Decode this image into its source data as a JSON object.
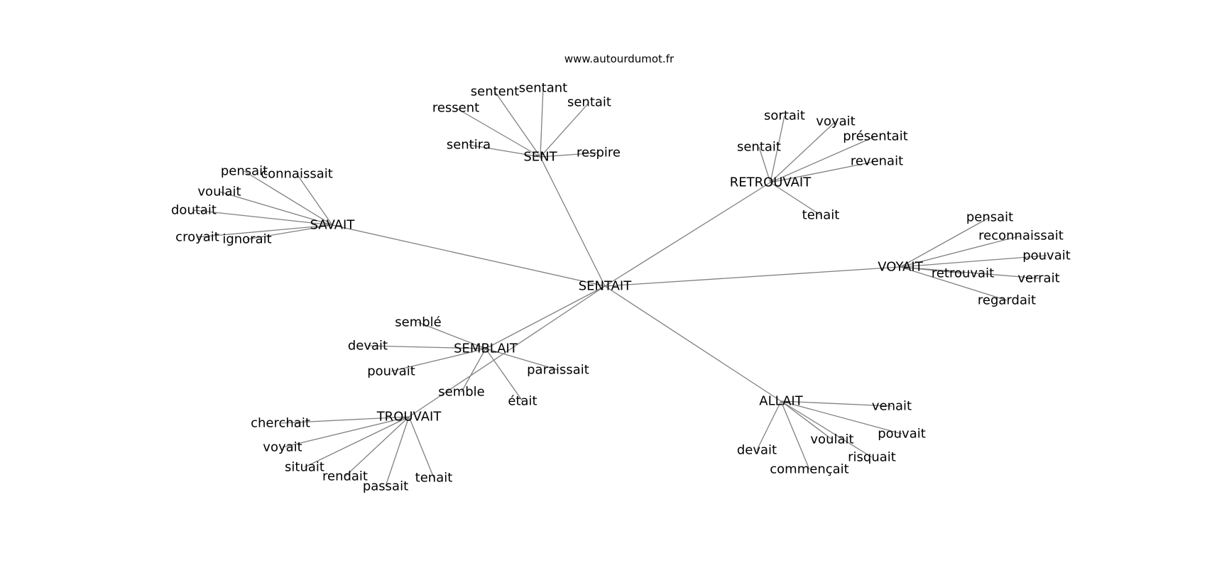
{
  "site": "www.autourdumot.fr",
  "graph": {
    "center": "SENTAIT",
    "groups": [
      {
        "hub": "SENT",
        "words": [
          "sentent",
          "sentant",
          "ressent",
          "sentait",
          "sentira",
          "respire"
        ]
      },
      {
        "hub": "RETROUVAIT",
        "words": [
          "sortait",
          "voyait",
          "présentait",
          "sentait",
          "revenait",
          "tenait"
        ]
      },
      {
        "hub": "SAVAIT",
        "words": [
          "pensait",
          "connaissait",
          "voulait",
          "doutait",
          "croyait",
          "ignorait"
        ]
      },
      {
        "hub": "VOYAIT",
        "words": [
          "pensait",
          "reconnaissait",
          "pouvait",
          "retrouvait",
          "verrait",
          "regardait"
        ]
      },
      {
        "hub": "SEMBLAIT",
        "words": [
          "semblé",
          "devait",
          "pouvait",
          "paraissait",
          "semble",
          "était"
        ]
      },
      {
        "hub": "TROUVAIT",
        "words": [
          "cherchait",
          "voyait",
          "situait",
          "rendait",
          "passait",
          "tenait"
        ]
      },
      {
        "hub": "ALLAIT",
        "words": [
          "venait",
          "pouvait",
          "voulait",
          "devait",
          "risquait",
          "commençait"
        ]
      }
    ]
  }
}
